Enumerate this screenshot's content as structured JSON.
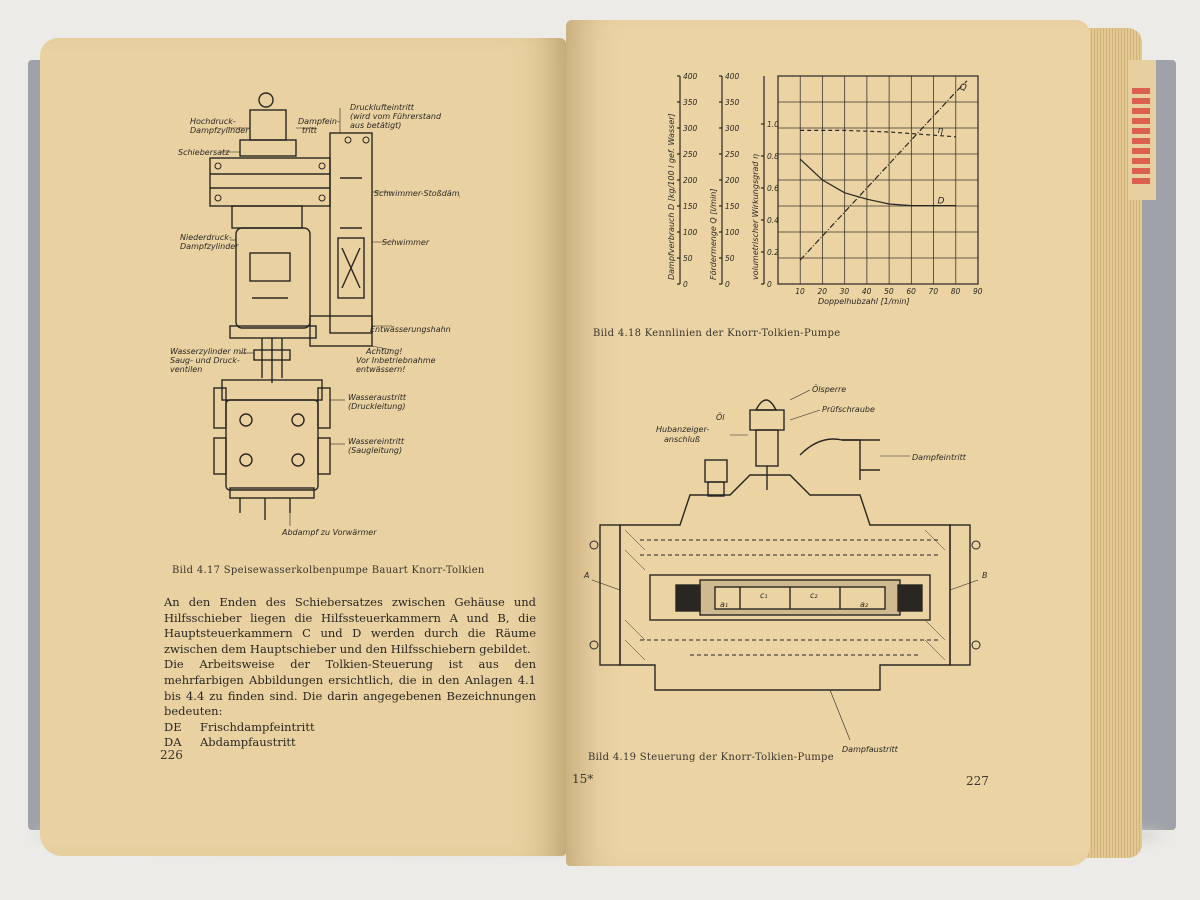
{
  "left_page": {
    "figure_labels": {
      "hochdruck": "Hochdruck-",
      "dampfzylinder": "Dampfzylinder",
      "schiebersatz": "Schiebersatz",
      "dampfeintritt_small": "Dampfein-",
      "dampfeintritt_small2": "tritt",
      "druckluft": "Drucklufteintritt",
      "druckluft2": "(wird vom Führerstand",
      "druckluft3": "aus betätigt)",
      "schwimmer_stoss": "Schwimmer-Stoßdämpfer",
      "niederdruck": "Niederdruck-",
      "niederdruck2": "Dampfzylinder",
      "schwimmer": "Schwimmer",
      "entwaesserungshahn": "Entwässerungshahn",
      "wasserzylinder": "Wasserzylinder mit",
      "wasserzylinder2": "Saug- und Druck-",
      "wasserzylinder3": "ventilen",
      "achtung": "Achtung!",
      "achtung2": "Vor Inbetriebnahme",
      "achtung3": "entwässern!",
      "wasseraustritt": "Wasseraustritt",
      "druckleitung": "(Druckleitung)",
      "wassereintritt": "Wassereintritt",
      "saugleitung": "(Saugleitung)",
      "abdampf": "Abdampf zu Vorwärmer"
    },
    "caption": "Bild 4.17  Speisewasserkolbenpumpe Bauart Knorr-Tolkien",
    "paragraphs": [
      "An den Enden des Schiebersatzes zwischen Gehäuse und Hilfsschieber liegen die Hilfssteuerkammern A und B, die Hauptsteuerkammern C und D werden durch die Räume zwischen dem Hauptschieber und den Hilfsschiebern gebildet.",
      "Die Arbeitsweise der Tolkien-Steuerung ist aus den mehrfarbigen Abbildungen ersichtlich, die in den Anlagen 4.1 bis 4.4 zu finden sind. Die darin angegebenen Bezeichnungen bedeuten:"
    ],
    "abbreviations": [
      {
        "abbr": "DE",
        "meaning": "Frischdampfeintritt"
      },
      {
        "abbr": "DA",
        "meaning": "Abdampfaustritt"
      }
    ],
    "page_number": "226"
  },
  "right_page": {
    "chart_caption": "Bild 4.18  Kennlinien der Knorr-Tolkien-Pumpe",
    "figure_caption": "Bild 4.19  Steuerung der Knorr-Tolkien-Pumpe",
    "signature_mark": "15*",
    "page_number": "227",
    "figure_labels": {
      "oelsperre": "Ölsperre",
      "pruefschraube": "Prüfschraube",
      "oel": "Öl",
      "hubanzeiger": "Hubanzeiger-",
      "hubanzeiger2": "anschluß",
      "dampfeintritt": "Dampfeintritt",
      "dampfaustritt": "Dampfaustritt",
      "A": "A",
      "B": "B",
      "a1": "a₁",
      "c1": "c₁",
      "c2": "c₂",
      "a2": "a₂"
    }
  },
  "chart_data": {
    "type": "line",
    "title": "",
    "xlabel": "Doppelhubzahl [1/min]",
    "x_ticks": [
      "10",
      "20",
      "30",
      "40",
      "50",
      "60",
      "70",
      "80",
      "90"
    ],
    "xlim": [
      0,
      90
    ],
    "y_axes": [
      {
        "label": "Dampfverbrauch D [kg/100 l gef. Wasser]",
        "ticks": [
          "0",
          "50",
          "100",
          "150",
          "200",
          "250",
          "300",
          "350",
          "400"
        ]
      },
      {
        "label": "Fördermenge Q [l/min]",
        "ticks": [
          "0",
          "50",
          "100",
          "150",
          "200",
          "250",
          "300",
          "350",
          "400"
        ]
      },
      {
        "label": "volumetrischer Wirkungsgrad η",
        "ticks": [
          "0",
          "0.2",
          "0.4",
          "0.6",
          "0.8",
          "1.0"
        ],
        "range": [
          0,
          1.3
        ]
      }
    ],
    "grid": true,
    "series": [
      {
        "name": "Q",
        "style": "dash-dot",
        "x": [
          10,
          20,
          40,
          60,
          80,
          85
        ],
        "y_eta_scale": [
          0.15,
          0.3,
          0.6,
          0.9,
          1.2,
          1.27
        ]
      },
      {
        "name": "η",
        "style": "dashed",
        "x": [
          10,
          30,
          50,
          70,
          80
        ],
        "y_eta_scale": [
          0.96,
          0.96,
          0.95,
          0.93,
          0.92
        ]
      },
      {
        "name": "D",
        "style": "solid",
        "x": [
          10,
          20,
          30,
          40,
          50,
          60,
          70,
          80
        ],
        "y_eta_scale": [
          0.78,
          0.65,
          0.57,
          0.53,
          0.5,
          0.49,
          0.49,
          0.49
        ]
      }
    ]
  }
}
